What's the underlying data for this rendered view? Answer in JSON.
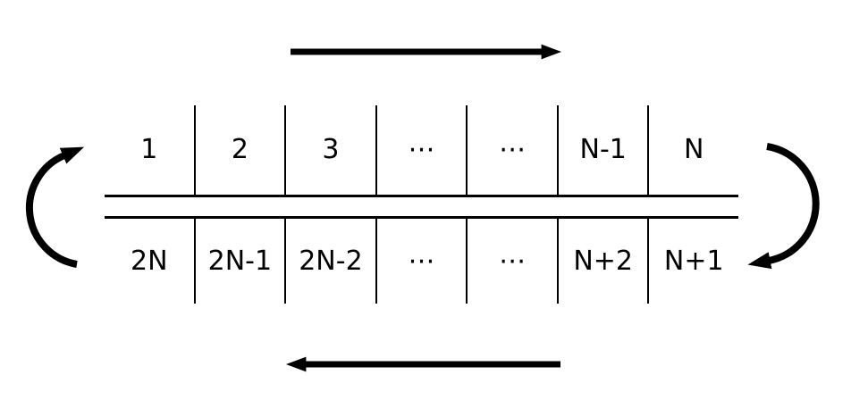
{
  "colors": {
    "ink": "#000000",
    "background": "#ffffff"
  },
  "slot_table": {
    "top_row": {
      "flow_direction": "right",
      "cells": [
        "1",
        "2",
        "3",
        "⋯",
        "⋯",
        "N-1",
        "N"
      ]
    },
    "bottom_row": {
      "flow_direction": "left",
      "cells": [
        "2N",
        "2N-1",
        "2N-2",
        "⋯",
        "⋯",
        "N+2",
        "N+1"
      ]
    }
  },
  "icons": {
    "forward_arrow": "right-arrow-icon",
    "backward_arrow": "left-arrow-icon",
    "left_wrap_arrow": "curved-wrap-up-arrow-icon",
    "right_wrap_arrow": "curved-wrap-down-arrow-icon"
  }
}
